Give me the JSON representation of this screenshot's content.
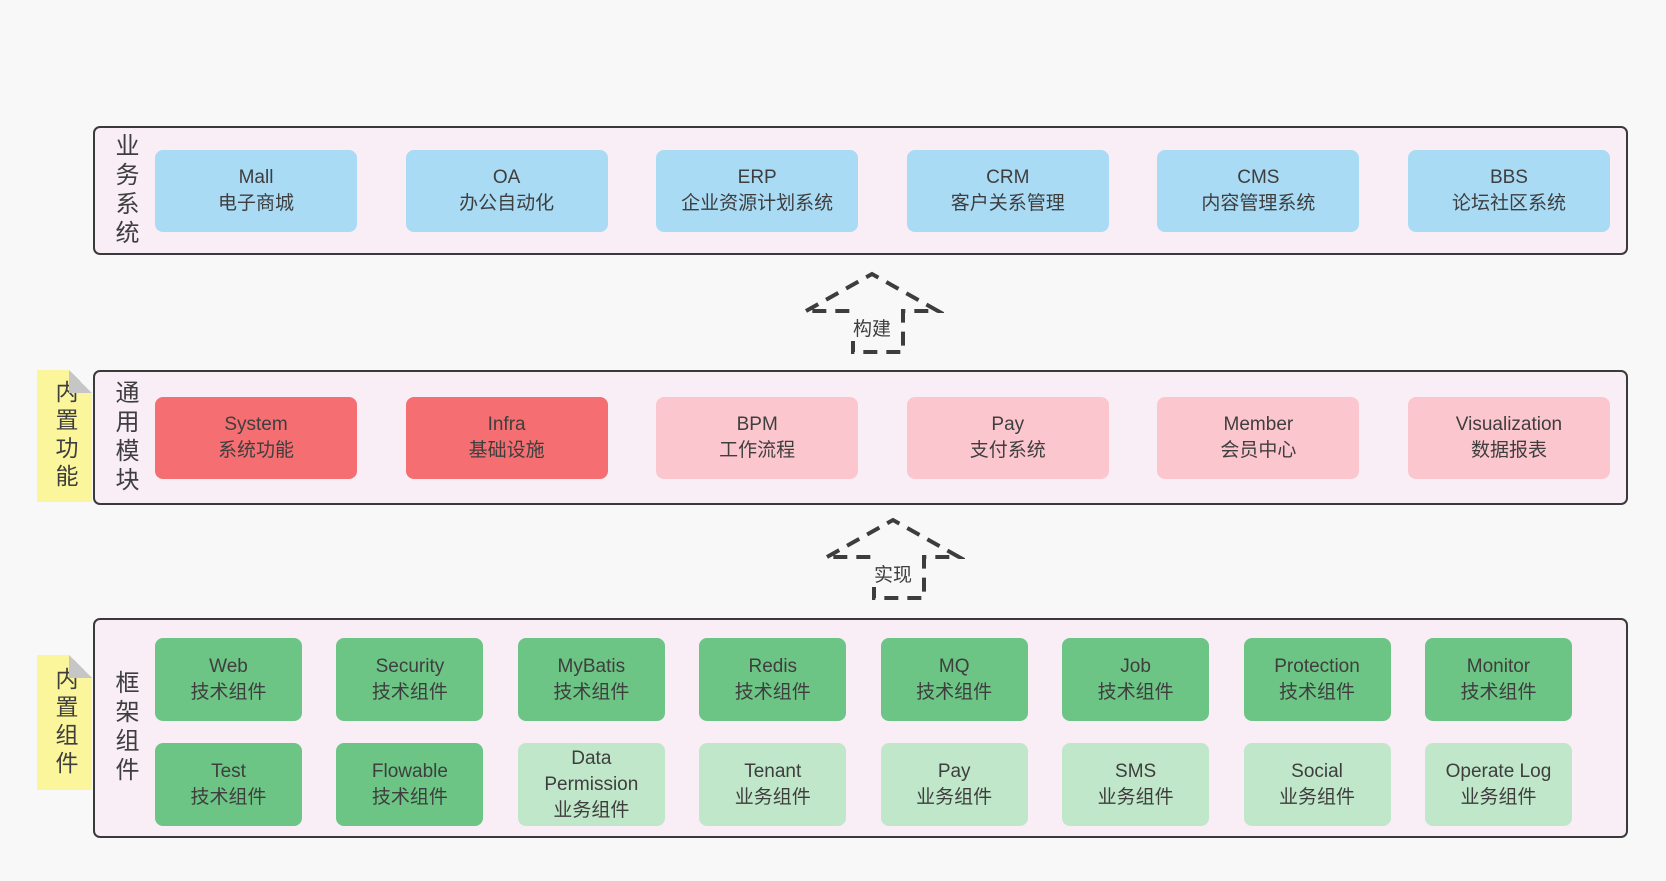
{
  "colors": {
    "page-bg": "#f8f8f8",
    "panel-bg": "#f9eef6",
    "panel-border": "#3a3a3a",
    "text": "#3e3e3e",
    "blue": "#a9dbf5",
    "red": "#f56e71",
    "pink": "#fcc6cf",
    "green-dark": "#6cc584",
    "green-light": "#c0e7c9",
    "sticky": "#fbf69b",
    "fold": "#c6c6c6",
    "arrow": "#3d3d3d"
  },
  "layers": [
    {
      "label": "业务系统",
      "boxes": [
        {
          "title": "Mall",
          "subtitle": "电子商城",
          "variant": "blue"
        },
        {
          "title": "OA",
          "subtitle": "办公自动化",
          "variant": "blue"
        },
        {
          "title": "ERP",
          "subtitle": "企业资源计划系统",
          "variant": "blue"
        },
        {
          "title": "CRM",
          "subtitle": "客户关系管理",
          "variant": "blue"
        },
        {
          "title": "CMS",
          "subtitle": "内容管理系统",
          "variant": "blue"
        },
        {
          "title": "BBS",
          "subtitle": "论坛社区系统",
          "variant": "blue"
        }
      ]
    },
    {
      "label": "通用模块",
      "sticky": "内置功能",
      "boxes": [
        {
          "title": "System",
          "subtitle": "系统功能",
          "variant": "red"
        },
        {
          "title": "Infra",
          "subtitle": "基础设施",
          "variant": "red"
        },
        {
          "title": "BPM",
          "subtitle": "工作流程",
          "variant": "pink"
        },
        {
          "title": "Pay",
          "subtitle": "支付系统",
          "variant": "pink"
        },
        {
          "title": "Member",
          "subtitle": "会员中心",
          "variant": "pink"
        },
        {
          "title": "Visualization",
          "subtitle": "数据报表",
          "variant": "pink"
        }
      ]
    },
    {
      "label": "框架组件",
      "sticky": "内置组件",
      "rows": [
        [
          {
            "title": "Web",
            "subtitle": "技术组件",
            "variant": "green-dark"
          },
          {
            "title": "Security",
            "subtitle": "技术组件",
            "variant": "green-dark"
          },
          {
            "title": "MyBatis",
            "subtitle": "技术组件",
            "variant": "green-dark"
          },
          {
            "title": "Redis",
            "subtitle": "技术组件",
            "variant": "green-dark"
          },
          {
            "title": "MQ",
            "subtitle": "技术组件",
            "variant": "green-dark"
          },
          {
            "title": "Job",
            "subtitle": "技术组件",
            "variant": "green-dark"
          },
          {
            "title": "Protection",
            "subtitle": "技术组件",
            "variant": "green-dark"
          },
          {
            "title": "Monitor",
            "subtitle": "技术组件",
            "variant": "green-dark"
          }
        ],
        [
          {
            "title": "Test",
            "subtitle": "技术组件",
            "variant": "green-dark"
          },
          {
            "title": "Flowable",
            "subtitle": "技术组件",
            "variant": "green-dark"
          },
          {
            "title": "Data Permission",
            "subtitle": "业务组件",
            "variant": "green-light"
          },
          {
            "title": "Tenant",
            "subtitle": "业务组件",
            "variant": "green-light"
          },
          {
            "title": "Pay",
            "subtitle": "业务组件",
            "variant": "green-light"
          },
          {
            "title": "SMS",
            "subtitle": "业务组件",
            "variant": "green-light"
          },
          {
            "title": "Social",
            "subtitle": "业务组件",
            "variant": "green-light"
          },
          {
            "title": "Operate Log",
            "subtitle": "业务组件",
            "variant": "green-light"
          }
        ]
      ]
    }
  ],
  "arrows": [
    {
      "label": "构建"
    },
    {
      "label": "实现"
    }
  ]
}
